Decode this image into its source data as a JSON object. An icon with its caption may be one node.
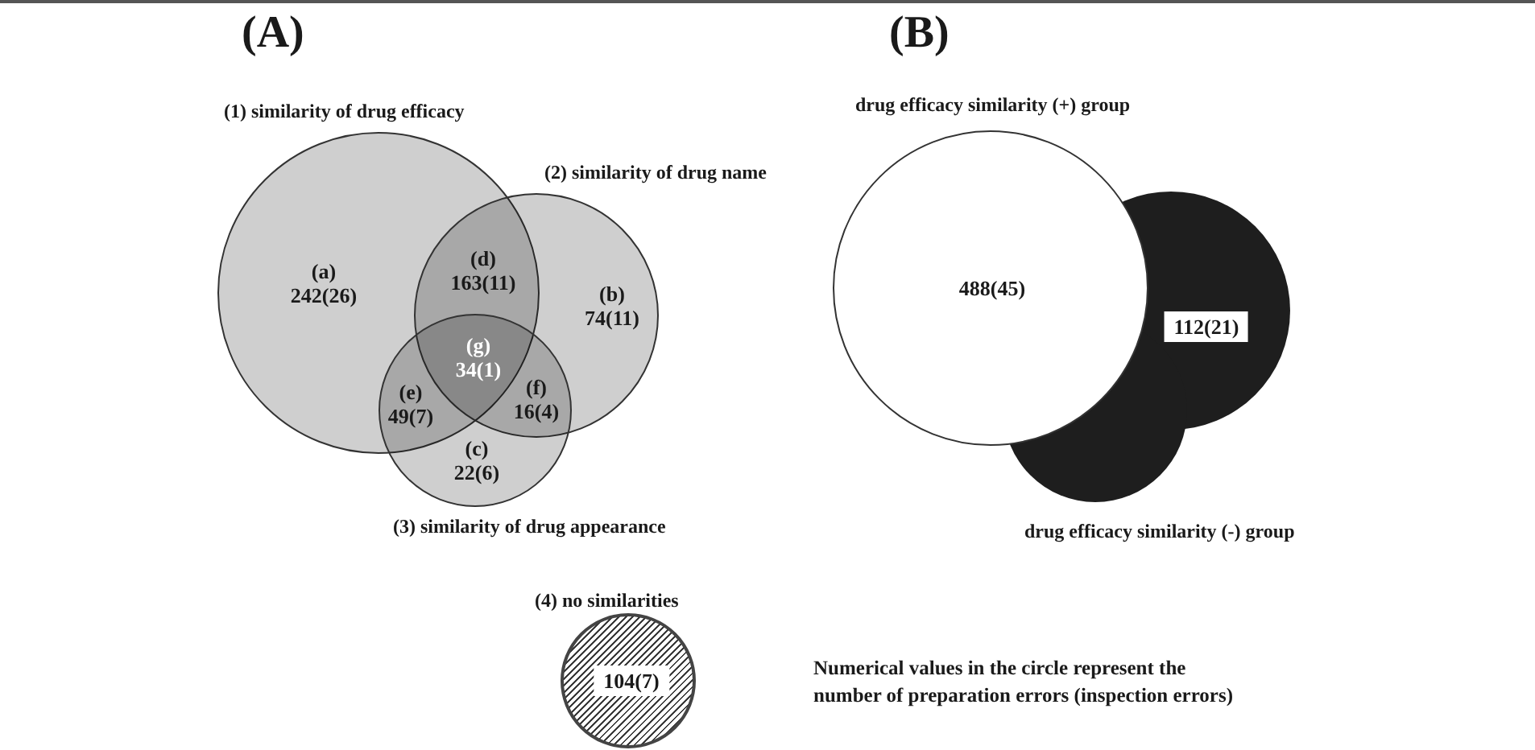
{
  "diagram": {
    "nodes": [
      {
        "text": [
          "(1) similarity of drug efficacy"
        ]
      },
      {
        "text": [
          "(2) similarity of drug name"
        ]
      },
      {
        "text": [
          "(3) similarity of drug appearance"
        ]
      },
      {
        "text": [
          "drug efficacy similarity (+) group",
          "488(45)"
        ]
      },
      {
        "text": [
          "112(21)",
          "drug efficacy similarity (-) group"
        ]
      },
      {
        "text": [
          "(4) no similarities",
          "104(7)"
        ]
      }
    ],
    "labels": [
      "(A)",
      "(B)",
      "(a) 242(26)",
      "(d) 163(11)",
      "(b) 74(11)",
      "(g) 34(1)",
      "(e) 49(7)",
      "(f) 16(4)",
      "(c) 22(6)",
      "Numerical values in the circle represent the number of preparation errors (inspection errors)"
    ]
  }
}
